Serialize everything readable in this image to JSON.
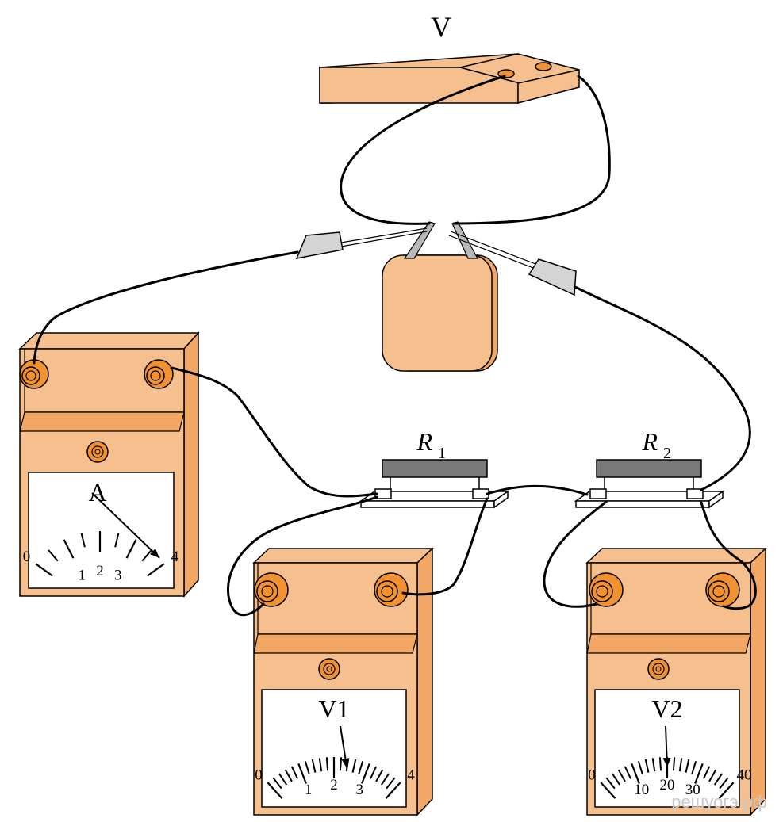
{
  "source_label": "V",
  "ammeter": {
    "label": "A",
    "ticks": [
      "0",
      "1",
      "2",
      "3",
      "4"
    ],
    "reading": 3.8,
    "max": 4
  },
  "voltmeter1": {
    "label": "V1",
    "ticks": [
      "0",
      "1",
      "2",
      "3",
      "4"
    ],
    "reading": 2.4,
    "max": 4
  },
  "voltmeter2": {
    "label": "V2",
    "ticks": [
      "0",
      "10",
      "20",
      "30",
      "40"
    ],
    "reading": 20,
    "max": 40
  },
  "resistor1": {
    "label_main": "R",
    "label_sub": "1"
  },
  "resistor2": {
    "label_main": "R",
    "label_sub": "2"
  },
  "watermark": "решуогэ.рф",
  "colors": {
    "body": "#f5c08e",
    "terminal": "#f2912f",
    "wire": "#000000",
    "resistor": "#7a7a7a",
    "clip": "#d4d4d4"
  }
}
